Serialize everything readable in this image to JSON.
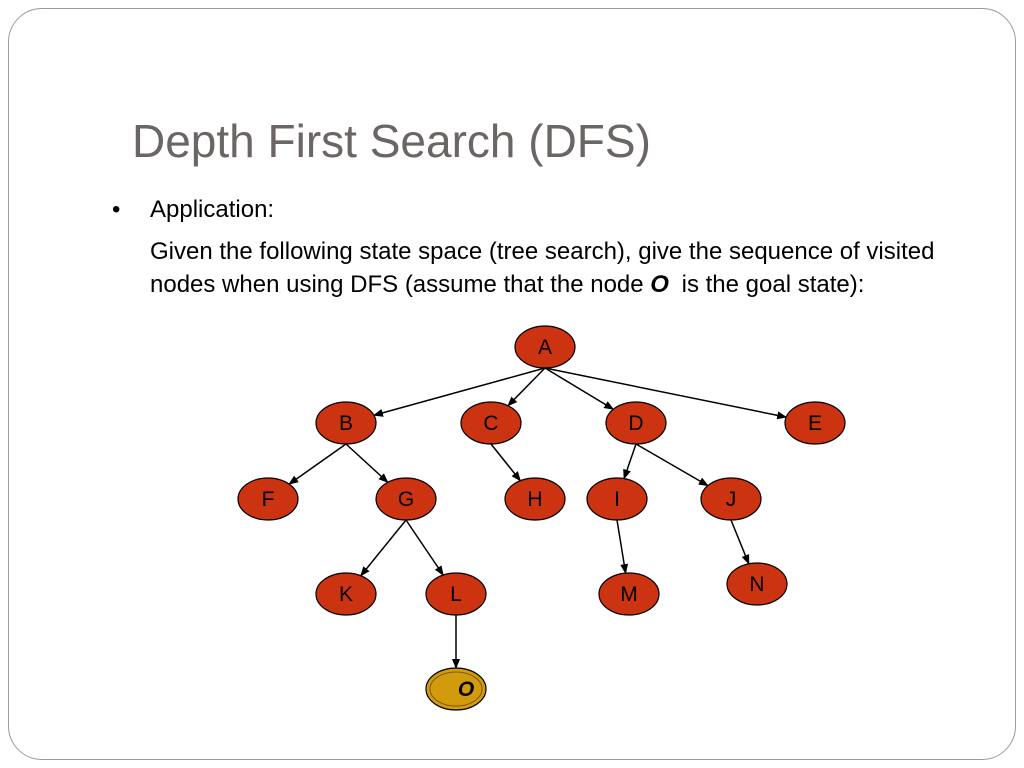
{
  "slide": {
    "title": "Depth First Search (DFS)",
    "bullet": "•",
    "bullet_text": "Application:",
    "body_part1": "Given the following state space (tree search), give the sequence of visited nodes when using DFS (assume that the node ",
    "body_goal_node": "O",
    "body_part2": " is the goal state):"
  },
  "tree": {
    "nodes": {
      "A": {
        "label": "A"
      },
      "B": {
        "label": "B"
      },
      "C": {
        "label": "C"
      },
      "D": {
        "label": "D"
      },
      "E": {
        "label": "E"
      },
      "F": {
        "label": "F"
      },
      "G": {
        "label": "G"
      },
      "H": {
        "label": "H"
      },
      "I": {
        "label": "I"
      },
      "J": {
        "label": "J"
      },
      "K": {
        "label": "K"
      },
      "L": {
        "label": "L"
      },
      "M": {
        "label": "M"
      },
      "N": {
        "label": "N"
      },
      "O": {
        "label": "O"
      }
    },
    "edges": [
      [
        "A",
        "B"
      ],
      [
        "A",
        "C"
      ],
      [
        "A",
        "D"
      ],
      [
        "A",
        "E"
      ],
      [
        "B",
        "F"
      ],
      [
        "B",
        "G"
      ],
      [
        "C",
        "H"
      ],
      [
        "D",
        "I"
      ],
      [
        "D",
        "J"
      ],
      [
        "G",
        "K"
      ],
      [
        "G",
        "L"
      ],
      [
        "I",
        "M"
      ],
      [
        "J",
        "N"
      ],
      [
        "L",
        "O"
      ]
    ],
    "goal": "O",
    "colors": {
      "node_fill": "#cc3311",
      "goal_fill": "#d19b0b",
      "node_stroke": "#000000",
      "edge": "#000000"
    }
  }
}
